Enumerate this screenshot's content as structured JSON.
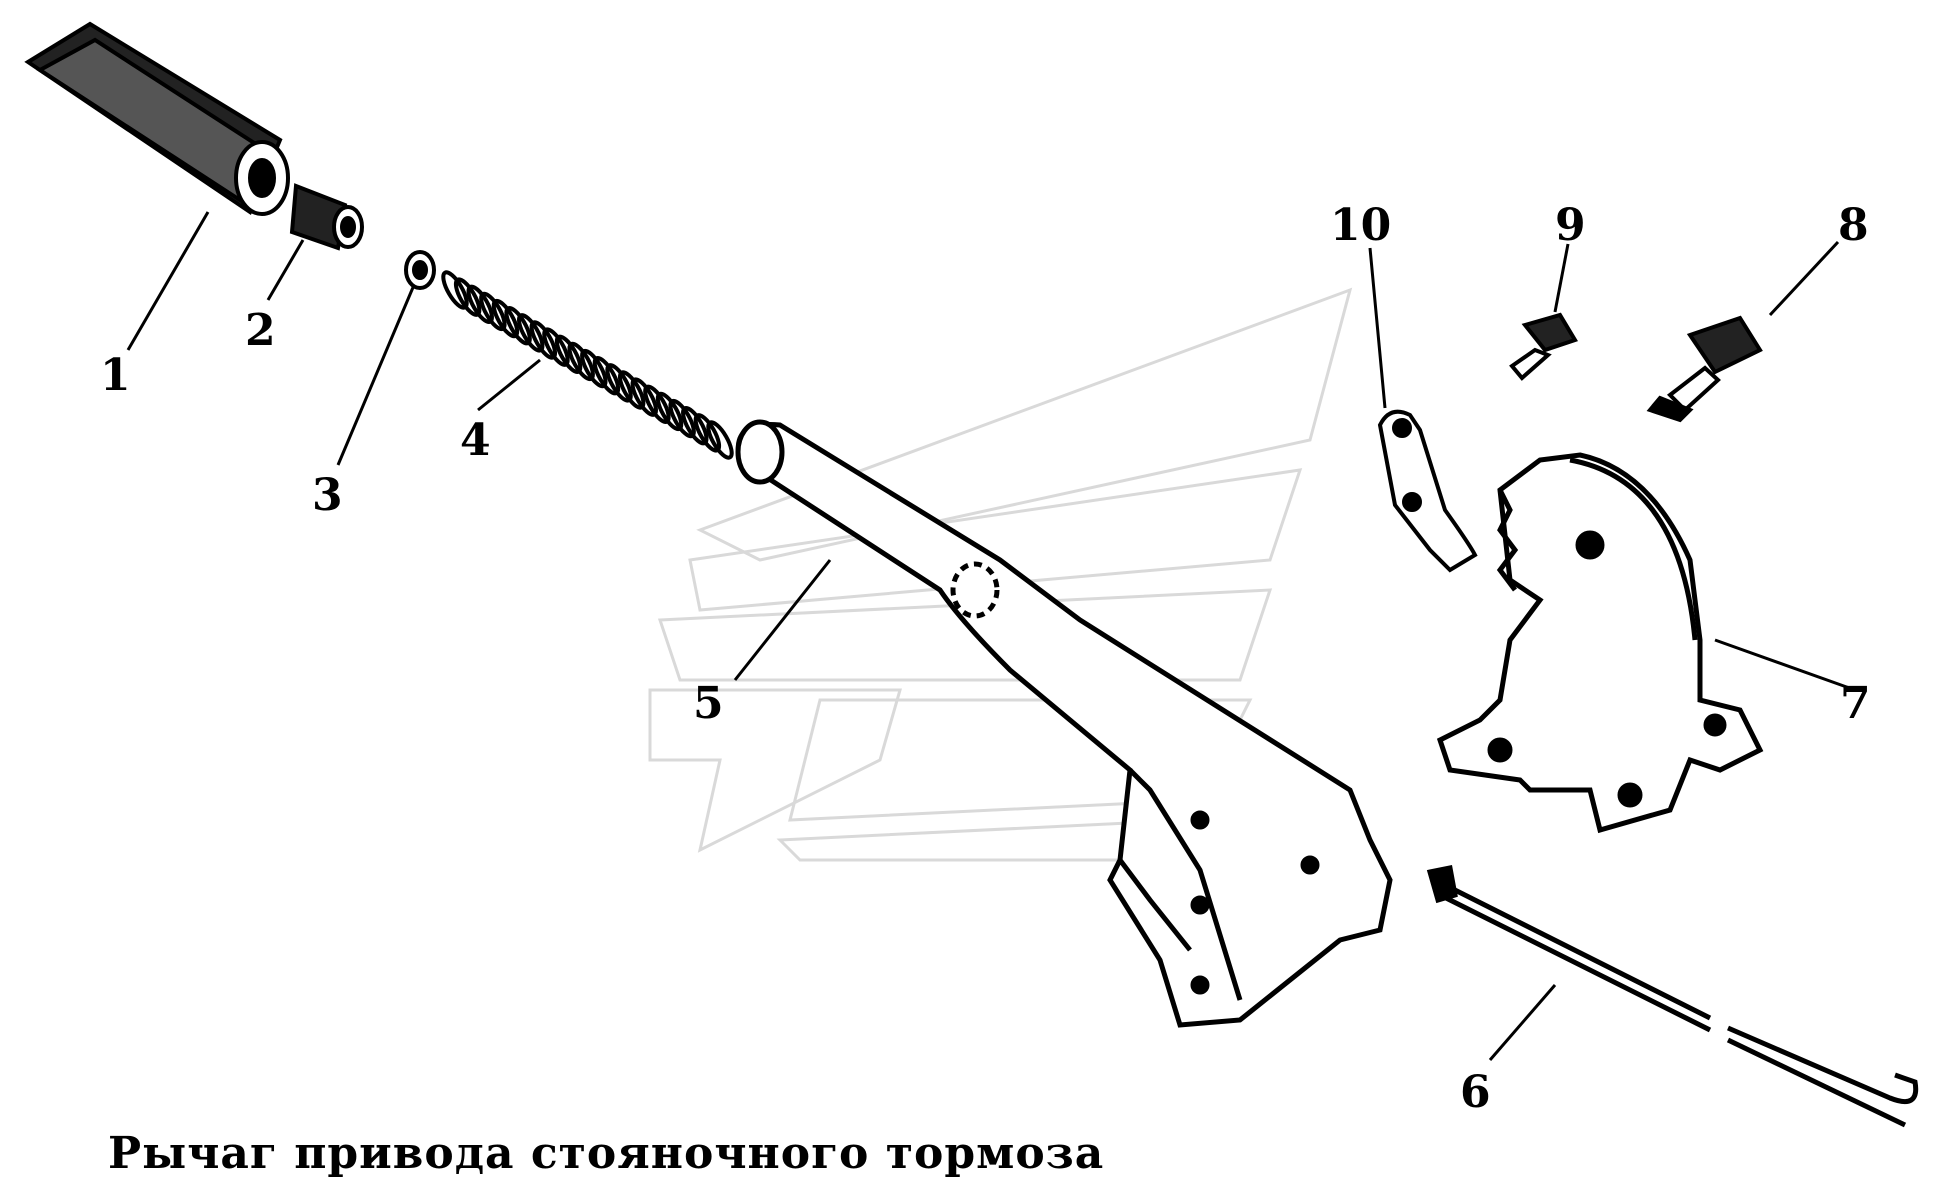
{
  "caption": "Рычаг привода стояночного тормоза",
  "callouts": [
    {
      "id": "1",
      "label": "1",
      "part": "handle-grip"
    },
    {
      "id": "2",
      "label": "2",
      "part": "bushing"
    },
    {
      "id": "3",
      "label": "3",
      "part": "washer"
    },
    {
      "id": "4",
      "label": "4",
      "part": "spring"
    },
    {
      "id": "5",
      "label": "5",
      "part": "lever"
    },
    {
      "id": "6",
      "label": "6",
      "part": "rod"
    },
    {
      "id": "7",
      "label": "7",
      "part": "sector-bracket"
    },
    {
      "id": "8",
      "label": "8",
      "part": "bolt-large"
    },
    {
      "id": "9",
      "label": "9",
      "part": "bolt-small"
    },
    {
      "id": "10",
      "label": "10",
      "part": "pawl"
    }
  ]
}
